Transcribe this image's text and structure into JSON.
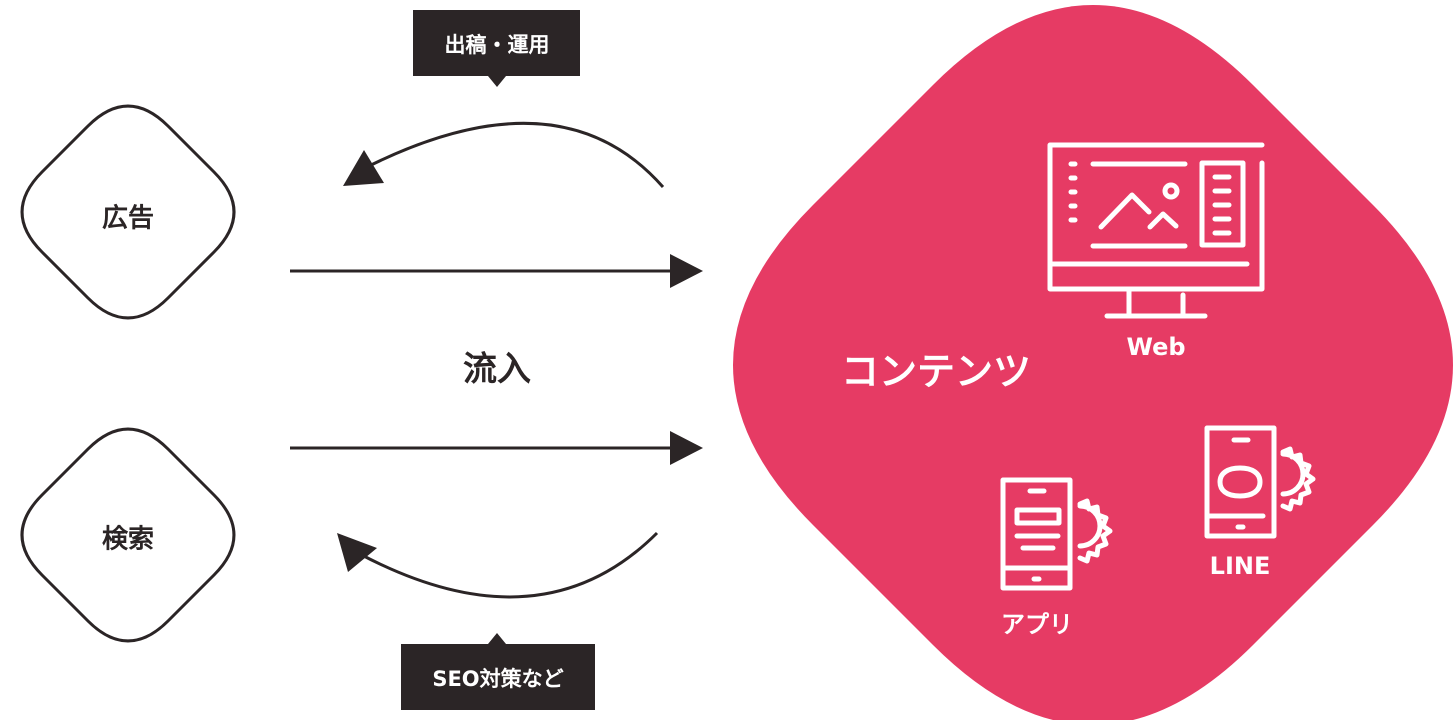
{
  "nodes": {
    "ad": "広告",
    "search": "検索"
  },
  "flow_label": "流入",
  "tags": {
    "top": "出稿・運用",
    "bottom": "SEO対策など"
  },
  "content": {
    "title": "コンテンツ",
    "channels": [
      {
        "label": "Web",
        "icon": "monitor-icon"
      },
      {
        "label": "アプリ",
        "icon": "smartphone-gear-icon"
      },
      {
        "label": "LINE",
        "icon": "smartphone-chat-gear-icon"
      }
    ]
  },
  "colors": {
    "accent": "#e63b64",
    "ink": "#2b2526",
    "white": "#ffffff"
  }
}
